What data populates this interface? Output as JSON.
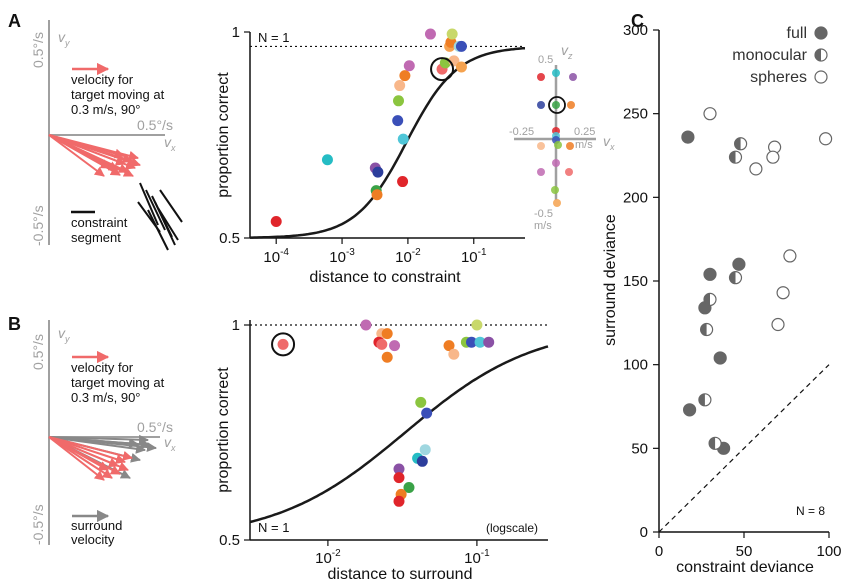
{
  "panel_labels": {
    "a": "A",
    "b": "B",
    "c": "C"
  },
  "colors": {
    "red_arrow": "#f06a6a",
    "gray": "#a0a0a0",
    "dark": "#222222",
    "marker_gray": "#666666",
    "fit": "#1a1a1a"
  },
  "panel_a_velocity": {
    "pos_label": "0.5°/s",
    "neg_label": "-0.5°/s",
    "vy_label": "v",
    "vy_sub": "y",
    "vx_tick": "0.5°/s",
    "vx_label": "v",
    "vx_sub": "x",
    "legend_line1": "velocity for",
    "legend_line2": "target moving at",
    "legend_line3": "0.3 m/s, 90°",
    "constraint_line1": "constraint",
    "constraint_line2": "segment"
  },
  "panel_b_velocity": {
    "pos_label": "0.5°/s",
    "neg_label": "-0.5°/s",
    "vy_label": "v",
    "vy_sub": "y",
    "vx_tick": "0.5°/s",
    "vx_label": "v",
    "vx_sub": "x",
    "legend_line1": "velocity for",
    "legend_line2": "target moving at",
    "legend_line3": "0.3 m/s, 90°",
    "surround_line1": "surround",
    "surround_line2": "velocity"
  },
  "inset": {
    "vz": "v",
    "vz_sub": "z",
    "vx": "v",
    "vx_sub": "x",
    "top": "0.5",
    "bottom": "-0.5",
    "bottom_unit": "m/s",
    "left": "-0.25",
    "right": "0.25",
    "right_unit": "m/s"
  },
  "chart_data": [
    {
      "id": "A",
      "type": "scatter",
      "xlabel": "distance to constraint",
      "ylabel": "proportion correct",
      "xscale": "log",
      "xlim": [
        4e-05,
        0.6
      ],
      "ylim": [
        0.5,
        1.0
      ],
      "xticks": [
        "10^-4",
        "10^-3",
        "10^-2",
        "10^-1"
      ],
      "yticks": [
        "0.5",
        "1"
      ],
      "annotation": "N = 1",
      "chance_line": 0.965,
      "points": [
        {
          "x": 0.0001,
          "y": 0.54,
          "color": "#e0252b"
        },
        {
          "x": 0.0006,
          "y": 0.69,
          "color": "#25bcc4"
        },
        {
          "x": 0.0032,
          "y": 0.67,
          "color": "#8a51a5"
        },
        {
          "x": 0.0035,
          "y": 0.66,
          "color": "#2c3e9c"
        },
        {
          "x": 0.0033,
          "y": 0.615,
          "color": "#3aa247"
        },
        {
          "x": 0.0034,
          "y": 0.605,
          "color": "#ee7d23"
        },
        {
          "x": 0.0083,
          "y": 0.637,
          "color": "#e0252b"
        },
        {
          "x": 0.0085,
          "y": 0.74,
          "color": "#4fc6d8"
        },
        {
          "x": 0.007,
          "y": 0.785,
          "color": "#3a4fb8"
        },
        {
          "x": 0.0072,
          "y": 0.833,
          "color": "#8bc53f"
        },
        {
          "x": 0.0075,
          "y": 0.87,
          "color": "#f8b78a"
        },
        {
          "x": 0.009,
          "y": 0.894,
          "color": "#ef7d23"
        },
        {
          "x": 0.0105,
          "y": 0.918,
          "color": "#c06ab2"
        },
        {
          "x": 0.022,
          "y": 0.995,
          "color": "#c06ab2"
        },
        {
          "x": 0.033,
          "y": 0.91,
          "color": "#ef6a6a"
        },
        {
          "x": 0.037,
          "y": 0.925,
          "color": "#8bc53f"
        },
        {
          "x": 0.043,
          "y": 0.965,
          "color": "#f5a24f"
        },
        {
          "x": 0.045,
          "y": 0.975,
          "color": "#ef7d23"
        },
        {
          "x": 0.047,
          "y": 0.995,
          "color": "#c8d86a"
        },
        {
          "x": 0.06,
          "y": 0.965,
          "color": "#9fd7e0"
        },
        {
          "x": 0.065,
          "y": 0.965,
          "color": "#3a4fb8"
        },
        {
          "x": 0.05,
          "y": 0.93,
          "color": "#f8b78a"
        },
        {
          "x": 0.065,
          "y": 0.915,
          "color": "#f5a24f"
        }
      ],
      "highlighted": {
        "x": 0.033,
        "y": 0.91
      },
      "fit": "sigmoid"
    },
    {
      "id": "B",
      "type": "scatter",
      "xlabel": "distance to surround",
      "ylabel": "proportion correct",
      "xscale": "log",
      "xlim": [
        0.003,
        0.3
      ],
      "ylim": [
        0.5,
        1.0
      ],
      "xticks": [
        "10^-2",
        "10^-1"
      ],
      "yticks": [
        "0.5",
        "1"
      ],
      "annotation": "N = 1",
      "scale_note": "(logscale)",
      "points": [
        {
          "x": 0.005,
          "y": 0.955,
          "color": "#ef6a6a"
        },
        {
          "x": 0.018,
          "y": 1.0,
          "color": "#c06ab2"
        },
        {
          "x": 0.023,
          "y": 0.98,
          "color": "#f8b78a"
        },
        {
          "x": 0.025,
          "y": 0.98,
          "color": "#ef7d23"
        },
        {
          "x": 0.022,
          "y": 0.96,
          "color": "#e0252b"
        },
        {
          "x": 0.023,
          "y": 0.955,
          "color": "#ef6a6a"
        },
        {
          "x": 0.028,
          "y": 0.952,
          "color": "#c06ab2"
        },
        {
          "x": 0.025,
          "y": 0.925,
          "color": "#ef7d23"
        },
        {
          "x": 0.1,
          "y": 1.0,
          "color": "#c8d86a"
        },
        {
          "x": 0.085,
          "y": 0.96,
          "color": "#8bc53f"
        },
        {
          "x": 0.092,
          "y": 0.96,
          "color": "#3a4fb8"
        },
        {
          "x": 0.105,
          "y": 0.96,
          "color": "#4fc6d8"
        },
        {
          "x": 0.12,
          "y": 0.96,
          "color": "#8a51a5"
        },
        {
          "x": 0.065,
          "y": 0.952,
          "color": "#ef7d23"
        },
        {
          "x": 0.07,
          "y": 0.932,
          "color": "#f8b78a"
        },
        {
          "x": 0.042,
          "y": 0.82,
          "color": "#8bc53f"
        },
        {
          "x": 0.046,
          "y": 0.795,
          "color": "#3a4fb8"
        },
        {
          "x": 0.045,
          "y": 0.71,
          "color": "#9fd7e0"
        },
        {
          "x": 0.04,
          "y": 0.69,
          "color": "#25bcc4"
        },
        {
          "x": 0.043,
          "y": 0.683,
          "color": "#2c3e9c"
        },
        {
          "x": 0.03,
          "y": 0.665,
          "color": "#8a51a5"
        },
        {
          "x": 0.03,
          "y": 0.645,
          "color": "#e0252b"
        },
        {
          "x": 0.035,
          "y": 0.622,
          "color": "#3aa247"
        },
        {
          "x": 0.031,
          "y": 0.606,
          "color": "#ef7d23"
        },
        {
          "x": 0.03,
          "y": 0.59,
          "color": "#e0252b"
        }
      ],
      "highlighted": {
        "x": 0.005,
        "y": 0.955
      },
      "fit": "sigmoid"
    },
    {
      "id": "C",
      "type": "scatter",
      "xlabel": "constraint deviance",
      "ylabel": "surround deviance",
      "xlim": [
        0,
        100
      ],
      "ylim": [
        0,
        300
      ],
      "xticks": [
        "0",
        "50",
        "100"
      ],
      "yticks": [
        "0",
        "50",
        "100",
        "150",
        "200",
        "250",
        "300"
      ],
      "annotation": "N = 8",
      "identity_line": true,
      "series": [
        {
          "name": "full",
          "marker": "filled",
          "points": [
            [
              17,
              236
            ],
            [
              47,
              160
            ],
            [
              30,
              154
            ],
            [
              27,
              134
            ],
            [
              36,
              104
            ],
            [
              18,
              73
            ],
            [
              38,
              50
            ]
          ]
        },
        {
          "name": "monocular",
          "marker": "half",
          "points": [
            [
              48,
              232
            ],
            [
              45,
              224
            ],
            [
              30,
              139
            ],
            [
              45,
              152
            ],
            [
              28,
              121
            ],
            [
              27,
              79
            ],
            [
              33,
              53
            ]
          ]
        },
        {
          "name": "spheres",
          "marker": "open",
          "points": [
            [
              30,
              250
            ],
            [
              68,
              230
            ],
            [
              98,
              235
            ],
            [
              67,
              224
            ],
            [
              57,
              217
            ],
            [
              77,
              165
            ],
            [
              73,
              143
            ],
            [
              70,
              124
            ]
          ]
        }
      ]
    }
  ]
}
